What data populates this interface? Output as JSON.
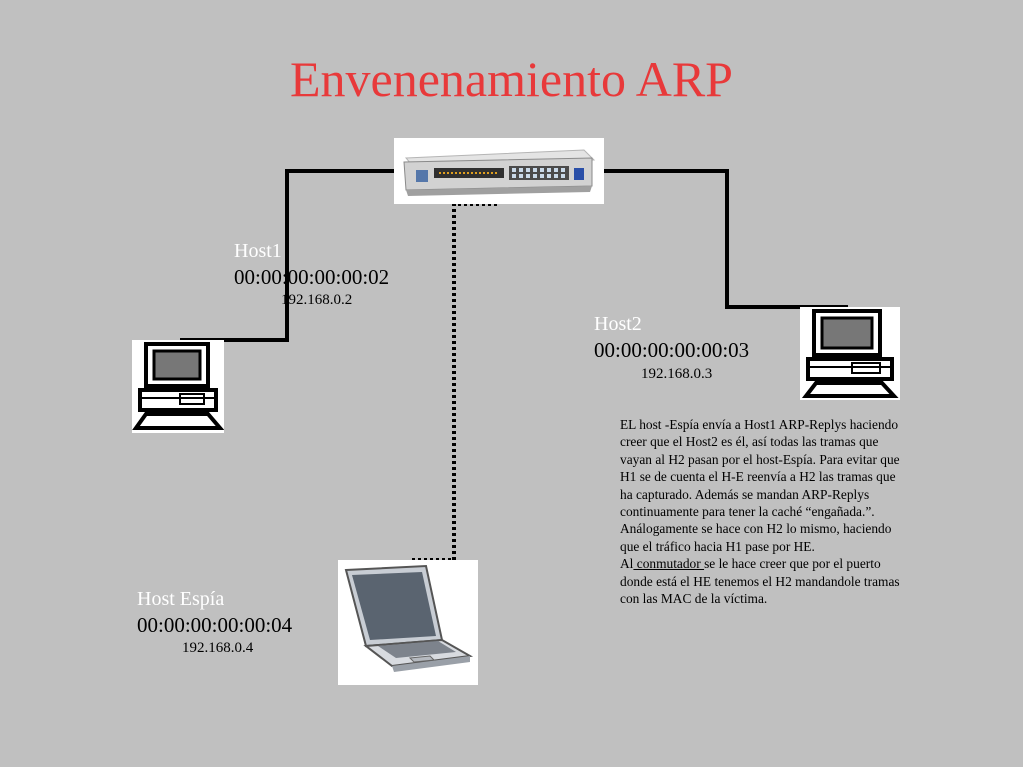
{
  "title": "Envenenamiento ARP",
  "host1": {
    "name": "Host1",
    "mac": "00:00:00:00:00:02",
    "ip": "192.168.0.2"
  },
  "host2": {
    "name": "Host2",
    "mac": "00:00:00:00:00:03",
    "ip": "192.168.0.3"
  },
  "spy": {
    "name": "Host Espía",
    "mac": "00:00:00:00:00:04",
    "ip": "192.168.0.4"
  },
  "description": {
    "paragraph1": "EL host -Espía envía a Host1 ARP-Replys haciendo creer que el  Host2 es  él, así todas las tramas que vayan al H2 pasan por el host-Espía. Para evitar que H1 se de cuenta el H-E reenvía a H2 las tramas que ha capturado. Además se mandan ARP-Replys continuamente para tener la caché “engañada.”.  Análogamente se hace con H2 lo mismo, haciendo que el tráfico hacia H1 pase por HE.",
    "p2_prefix": "Al",
    "p2_link": " conmutador ",
    "p2_suffix": "se le hace creer que por el puerto donde está el HE tenemos el H2 mandandole tramas con las MAC de la víctima."
  },
  "colors": {
    "background": "#c0c0c0",
    "title": "#e8393a",
    "host_name": "#ffffff"
  },
  "icons": [
    "network-switch-icon",
    "desktop-computer-icon",
    "desktop-computer-icon",
    "laptop-icon"
  ]
}
